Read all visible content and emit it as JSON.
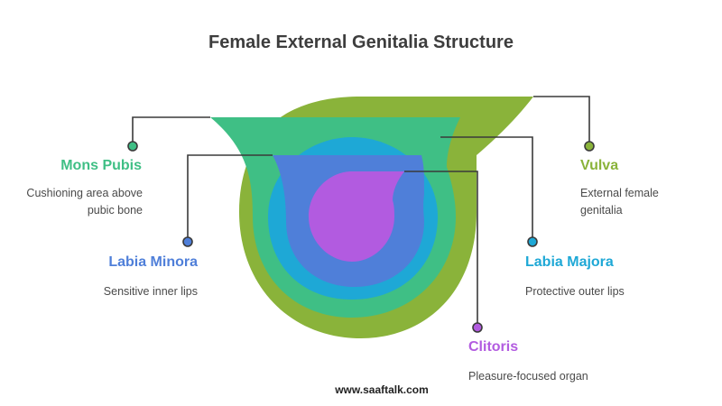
{
  "title": "Female External Genitalia Structure",
  "footer": "www.saaftalk.com",
  "parts": {
    "mons_pubis": {
      "label": "Mons Pubis",
      "desc": "Cushioning area above\npubic bone",
      "color": "#3fbf85"
    },
    "labia_minora": {
      "label": "Labia Minora",
      "desc": "Sensitive inner lips",
      "color": "#4f7fd9"
    },
    "vulva": {
      "label": "Vulva",
      "desc": "External female\ngenitalia",
      "color": "#8ab33a"
    },
    "labia_majora": {
      "label": "Labia Majora",
      "desc": "Protective outer lips",
      "color": "#1ea8d6"
    },
    "clitoris": {
      "label": "Clitoris",
      "desc": "Pleasure-focused organ",
      "color": "#b25be0"
    }
  }
}
